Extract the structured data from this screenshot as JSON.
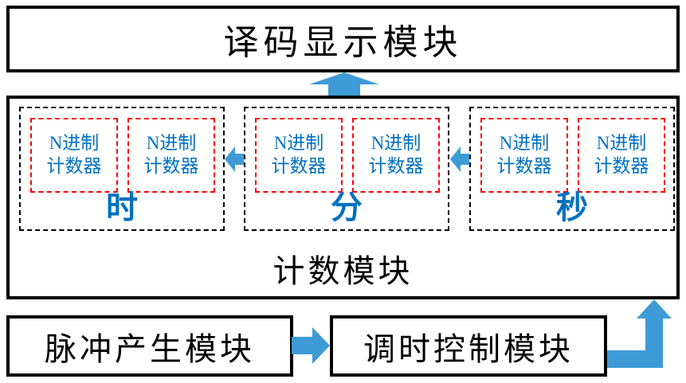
{
  "colors": {
    "arrow_blue": "#3E9BD6",
    "counter_border_red": "#FF0000",
    "blue_text": "#0070C0",
    "module_border": "#000000"
  },
  "top_module": {
    "label": "译码显示模块"
  },
  "counting": {
    "label": "计数模块",
    "counter_label": "N进制\n计数器",
    "groups": [
      {
        "label": "时"
      },
      {
        "label": "分"
      },
      {
        "label": "秒"
      }
    ]
  },
  "pulse_module": {
    "label": "脉冲产生模块"
  },
  "control_module": {
    "label": "调时控制模块"
  },
  "arrows": {
    "counting_to_display": "up",
    "minutes_to_hours": "left",
    "seconds_to_minutes": "left",
    "pulse_to_control": "right",
    "control_to_counting": "up-elbow"
  }
}
